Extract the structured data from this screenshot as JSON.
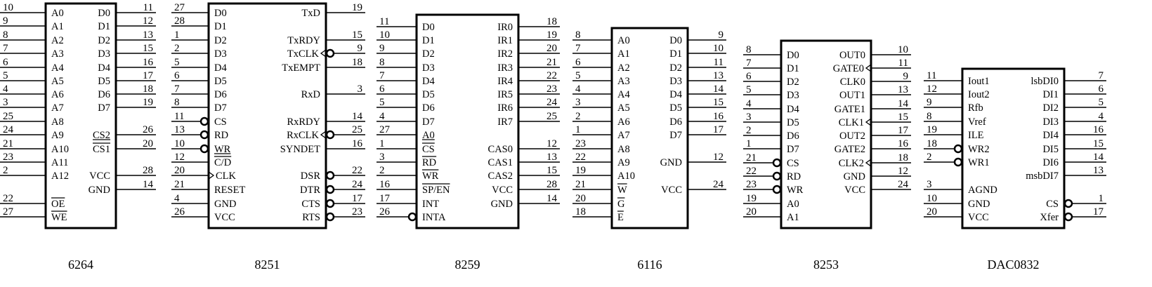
{
  "chips": [
    {
      "id": "6264",
      "name": "6264",
      "left_pins": [
        {
          "num": "10",
          "label": "A0"
        },
        {
          "num": "9",
          "label": "A1"
        },
        {
          "num": "8",
          "label": "A2"
        },
        {
          "num": "7",
          "label": "A3"
        },
        {
          "num": "6",
          "label": "A4"
        },
        {
          "num": "5",
          "label": "A5"
        },
        {
          "num": "4",
          "label": "A6"
        },
        {
          "num": "3",
          "label": "A7"
        },
        {
          "num": "25",
          "label": "A8"
        },
        {
          "num": "24",
          "label": "A9"
        },
        {
          "num": "21",
          "label": "A10"
        },
        {
          "num": "23",
          "label": "A11"
        },
        {
          "num": "2",
          "label": "A12"
        },
        {
          "num": "22",
          "label": "OE",
          "bar": true
        },
        {
          "num": "27",
          "label": "WE",
          "bar": true
        }
      ],
      "right_pins": [
        {
          "num": "11",
          "label": "D0"
        },
        {
          "num": "12",
          "label": "D1"
        },
        {
          "num": "13",
          "label": "D2"
        },
        {
          "num": "15",
          "label": "D3"
        },
        {
          "num": "16",
          "label": "D4"
        },
        {
          "num": "17",
          "label": "D5"
        },
        {
          "num": "18",
          "label": "D6"
        },
        {
          "num": "19",
          "label": "D7"
        },
        {
          "num": "26",
          "label": "CS2",
          "underline": true
        },
        {
          "num": "20",
          "label": "CS1",
          "bar": true
        },
        {
          "num": "28",
          "label": "VCC"
        },
        {
          "num": "14",
          "label": "GND"
        }
      ]
    },
    {
      "id": "8251",
      "name": "8251",
      "left_pins": [
        {
          "num": "27",
          "label": "D0"
        },
        {
          "num": "28",
          "label": "D1"
        },
        {
          "num": "1",
          "label": "D2"
        },
        {
          "num": "2",
          "label": "D3"
        },
        {
          "num": "5",
          "label": "D4"
        },
        {
          "num": "6",
          "label": "D5"
        },
        {
          "num": "7",
          "label": "D6"
        },
        {
          "num": "8",
          "label": "D7"
        },
        {
          "num": "11",
          "label": "CS",
          "bubble": true
        },
        {
          "num": "13",
          "label": "RD",
          "bubble": true
        },
        {
          "num": "10",
          "label": "WR",
          "bubble": true,
          "underline": true
        },
        {
          "num": "12",
          "label": "C/D",
          "bar": true
        },
        {
          "num": "20",
          "label": "CLK",
          "clock": true
        },
        {
          "num": "21",
          "label": "RESET"
        },
        {
          "num": "4",
          "label": "GND"
        },
        {
          "num": "26",
          "label": "VCC"
        }
      ],
      "right_pins": [
        {
          "num": "19",
          "label": "TxD"
        },
        {
          "num": "15",
          "label": "TxRDY"
        },
        {
          "num": "9",
          "label": "TxCLK",
          "clock": true,
          "bubble": true
        },
        {
          "num": "18",
          "label": "TxEMPT"
        },
        {
          "num": "3",
          "label": "RxD"
        },
        {
          "num": "14",
          "label": "RxRDY"
        },
        {
          "num": "25",
          "label": "RxCLK",
          "clock": true,
          "bubble": true
        },
        {
          "num": "16",
          "label": "SYNDET"
        },
        {
          "num": "22",
          "label": "DSR",
          "bubble": true
        },
        {
          "num": "24",
          "label": "DTR",
          "bubble": true
        },
        {
          "num": "17",
          "label": "CTS",
          "bubble": true
        },
        {
          "num": "23",
          "label": "RTS",
          "bubble": true
        }
      ]
    },
    {
      "id": "8259",
      "name": "8259",
      "left_pins": [
        {
          "num": "11",
          "label": "D0"
        },
        {
          "num": "10",
          "label": "D1"
        },
        {
          "num": "9",
          "label": "D2"
        },
        {
          "num": "8",
          "label": "D3"
        },
        {
          "num": "7",
          "label": "D4"
        },
        {
          "num": "6",
          "label": "D5"
        },
        {
          "num": "5",
          "label": "D6"
        },
        {
          "num": "4",
          "label": "D7"
        },
        {
          "num": "27",
          "label": "A0",
          "underline": true
        },
        {
          "num": "1",
          "label": "CS",
          "bar": true
        },
        {
          "num": "3",
          "label": "RD",
          "bar": true
        },
        {
          "num": "2",
          "label": "WR",
          "bar": true
        },
        {
          "num": "16",
          "label": "SP/EN",
          "bar": true
        },
        {
          "num": "17",
          "label": "INT"
        },
        {
          "num": "26",
          "label": "INTA",
          "bubble": true
        }
      ],
      "right_pins": [
        {
          "num": "18",
          "label": "IR0"
        },
        {
          "num": "19",
          "label": "IR1"
        },
        {
          "num": "20",
          "label": "IR2"
        },
        {
          "num": "21",
          "label": "IR3"
        },
        {
          "num": "22",
          "label": "IR4"
        },
        {
          "num": "23",
          "label": "IR5"
        },
        {
          "num": "24",
          "label": "IR6"
        },
        {
          "num": "25",
          "label": "IR7"
        },
        {
          "num": "12",
          "label": "CAS0"
        },
        {
          "num": "13",
          "label": "CAS1"
        },
        {
          "num": "15",
          "label": "CAS2"
        },
        {
          "num": "28",
          "label": "VCC"
        },
        {
          "num": "14",
          "label": "GND"
        }
      ]
    },
    {
      "id": "6116",
      "name": "6116",
      "left_pins": [
        {
          "num": "8",
          "label": "A0"
        },
        {
          "num": "7",
          "label": "A1"
        },
        {
          "num": "6",
          "label": "A2"
        },
        {
          "num": "5",
          "label": "A3"
        },
        {
          "num": "4",
          "label": "A4"
        },
        {
          "num": "3",
          "label": "A5"
        },
        {
          "num": "2",
          "label": "A6"
        },
        {
          "num": "1",
          "label": "A7"
        },
        {
          "num": "23",
          "label": "A8"
        },
        {
          "num": "22",
          "label": "A9"
        },
        {
          "num": "19",
          "label": "A10"
        },
        {
          "num": "21",
          "label": "W",
          "bar": true
        },
        {
          "num": "20",
          "label": "G",
          "bar": true
        },
        {
          "num": "18",
          "label": "E",
          "bar": true
        }
      ],
      "right_pins": [
        {
          "num": "9",
          "label": "D0"
        },
        {
          "num": "10",
          "label": "D1"
        },
        {
          "num": "11",
          "label": "D2"
        },
        {
          "num": "13",
          "label": "D3"
        },
        {
          "num": "14",
          "label": "D4"
        },
        {
          "num": "15",
          "label": "D5"
        },
        {
          "num": "16",
          "label": "D6"
        },
        {
          "num": "17",
          "label": "D7"
        },
        {
          "num": "12",
          "label": "GND"
        },
        {
          "num": "24",
          "label": "VCC"
        }
      ]
    },
    {
      "id": "8253",
      "name": "8253",
      "left_pins": [
        {
          "num": "8",
          "label": "D0"
        },
        {
          "num": "7",
          "label": "D1"
        },
        {
          "num": "6",
          "label": "D2"
        },
        {
          "num": "5",
          "label": "D3"
        },
        {
          "num": "4",
          "label": "D4"
        },
        {
          "num": "3",
          "label": "D5"
        },
        {
          "num": "2",
          "label": "D6"
        },
        {
          "num": "1",
          "label": "D7"
        },
        {
          "num": "21",
          "label": "CS",
          "bubble": true
        },
        {
          "num": "22",
          "label": "RD",
          "bubble": true
        },
        {
          "num": "23",
          "label": "WR",
          "bubble": true
        },
        {
          "num": "19",
          "label": "A0"
        },
        {
          "num": "20",
          "label": "A1"
        }
      ],
      "right_pins": [
        {
          "num": "10",
          "label": "OUT0"
        },
        {
          "num": "11",
          "label": "GATE0",
          "clock": true
        },
        {
          "num": "9",
          "label": "CLK0"
        },
        {
          "num": "13",
          "label": "OUT1"
        },
        {
          "num": "14",
          "label": "GATE1"
        },
        {
          "num": "15",
          "label": "CLK1",
          "clock": true
        },
        {
          "num": "17",
          "label": "OUT2"
        },
        {
          "num": "16",
          "label": "GATE2"
        },
        {
          "num": "18",
          "label": "CLK2",
          "clock": true
        },
        {
          "num": "12",
          "label": "GND"
        },
        {
          "num": "24",
          "label": "VCC"
        }
      ]
    },
    {
      "id": "DAC0832",
      "name": "DAC0832",
      "left_pins": [
        {
          "num": "11",
          "label": "Iout1"
        },
        {
          "num": "12",
          "label": "Iout2"
        },
        {
          "num": "9",
          "label": "Rfb"
        },
        {
          "num": "8",
          "label": "Vref"
        },
        {
          "num": "19",
          "label": "ILE"
        },
        {
          "num": "18",
          "label": "WR2",
          "bubble": true
        },
        {
          "num": "2",
          "label": "WR1",
          "bubble": true
        },
        {
          "num": "3",
          "label": "AGND"
        },
        {
          "num": "10",
          "label": "GND"
        },
        {
          "num": "20",
          "label": "VCC"
        }
      ],
      "right_pins": [
        {
          "num": "7",
          "label": "lsbDI0"
        },
        {
          "num": "6",
          "label": "DI1"
        },
        {
          "num": "5",
          "label": "DI2"
        },
        {
          "num": "4",
          "label": "DI3"
        },
        {
          "num": "16",
          "label": "DI4"
        },
        {
          "num": "15",
          "label": "DI5"
        },
        {
          "num": "14",
          "label": "DI6"
        },
        {
          "num": "13",
          "label": "msbDI7"
        },
        {
          "num": "1",
          "label": "CS",
          "bubble": true
        },
        {
          "num": "17",
          "label": "Xfer",
          "bubble": true
        }
      ]
    }
  ]
}
